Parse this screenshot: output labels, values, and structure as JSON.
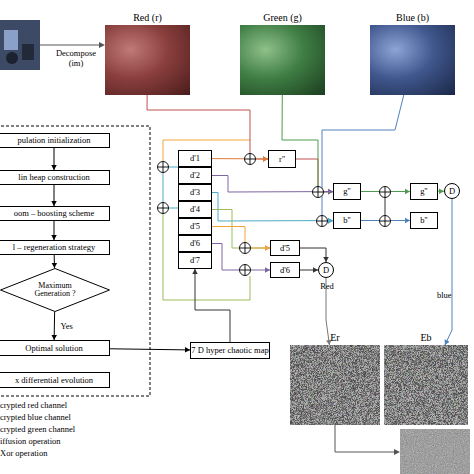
{
  "diagram": {
    "nodes": [
      {
        "text": [
          "Red (r)"
        ]
      },
      {
        "text": [
          "Green (g)"
        ]
      },
      {
        "text": [
          "Blue (b)"
        ]
      },
      {
        "text": [
          "pulation initialization"
        ]
      },
      {
        "text": [
          "lin heap construction"
        ]
      },
      {
        "text": [
          "oom – boosting scheme"
        ]
      },
      {
        "text": [
          "l – regeneration strategy"
        ]
      },
      {
        "text": [
          "Maximum Generation ?"
        ]
      },
      {
        "text": [
          "Optimal solution"
        ]
      },
      {
        "text": [
          "x differential evolution"
        ]
      },
      {
        "text": [
          "7 D hyper chaotic map"
        ]
      },
      {
        "text": [
          "d'1"
        ]
      },
      {
        "text": [
          "d'2"
        ]
      },
      {
        "text": [
          "d'3"
        ]
      },
      {
        "text": [
          "d'4"
        ]
      },
      {
        "text": [
          "d'5"
        ]
      },
      {
        "text": [
          "d'6"
        ]
      },
      {
        "text": [
          "d'7"
        ]
      },
      {
        "text": [
          "r''"
        ]
      },
      {
        "text": [
          "g''"
        ]
      },
      {
        "text": [
          "g''"
        ]
      },
      {
        "text": [
          "b''"
        ]
      },
      {
        "text": [
          "b''"
        ]
      },
      {
        "text": [
          "d'5"
        ]
      },
      {
        "text": [
          "d'6"
        ]
      },
      {
        "text": [
          "D"
        ]
      },
      {
        "text": [
          "D"
        ]
      },
      {
        "text": [
          "Er"
        ]
      },
      {
        "text": [
          "Eb"
        ]
      }
    ],
    "edges": [
      {
        "from": 3,
        "to": 4,
        "arrow": "to"
      },
      {
        "from": 4,
        "to": 5,
        "arrow": "to"
      },
      {
        "from": 5,
        "to": 6,
        "arrow": "to"
      },
      {
        "from": 6,
        "to": 7,
        "arrow": "to"
      },
      {
        "from": 7,
        "to": 8,
        "label": "Yes",
        "arrow": "to"
      },
      {
        "from": 8,
        "to": 10,
        "arrow": "to"
      },
      {
        "from": 10,
        "to": 17,
        "arrow": "to"
      },
      {
        "from": 0,
        "to": 18,
        "arrow": "to"
      },
      {
        "from": 11,
        "to": 18,
        "arrow": "to"
      },
      {
        "from": 18,
        "to": 19,
        "arrow": "to"
      },
      {
        "from": 1,
        "to": 19,
        "arrow": "to"
      },
      {
        "from": 12,
        "to": 19,
        "arrow": "to"
      },
      {
        "from": 19,
        "to": 20,
        "arrow": "to"
      },
      {
        "from": 20,
        "to": 26,
        "arrow": "to"
      },
      {
        "from": 2,
        "to": 21,
        "arrow": "to"
      },
      {
        "from": 13,
        "to": 21,
        "arrow": "to"
      },
      {
        "from": 21,
        "to": 22,
        "arrow": "to"
      },
      {
        "from": 14,
        "to": 23,
        "arrow": "to"
      },
      {
        "from": 15,
        "to": 23,
        "arrow": "to"
      },
      {
        "from": 16,
        "to": 24,
        "arrow": "to"
      },
      {
        "from": 23,
        "to": 25,
        "arrow": "to"
      },
      {
        "from": 24,
        "to": 25,
        "arrow": "to"
      },
      {
        "from": 25,
        "to": 27,
        "arrow": "to"
      },
      {
        "from": 26,
        "to": 28,
        "arrow": "to"
      }
    ],
    "labels": [
      "Decompose (im)",
      "Red",
      "blue",
      "crypted red channel",
      "crypted blue channel",
      "crypted green channel",
      "iffusion operation",
      "Xor operation"
    ]
  }
}
